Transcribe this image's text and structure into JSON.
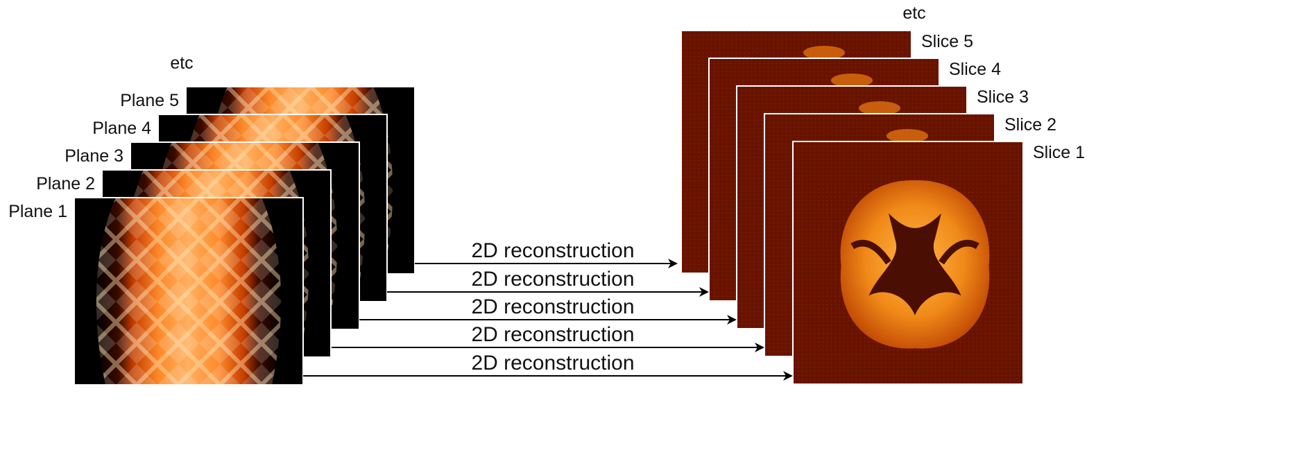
{
  "sinogram_labels": [
    "Plane 1",
    "Plane 2",
    "Plane 3",
    "Plane 4",
    "Plane 5"
  ],
  "sinogram_more": "etc",
  "slice_labels": [
    "Slice 1",
    "Slice 2",
    "Slice 3",
    "Slice 4",
    "Slice 5"
  ],
  "slice_more": "etc",
  "arrow_label": "2D reconstruction",
  "colors": {
    "sino_background": "#000000",
    "sino_core": "#ff9a3a",
    "sino_edge": "#c43d00",
    "slice_background": "#5a0f00",
    "brain": "#f08a18",
    "ventricle": "#4a0f02",
    "arrow": "#000000"
  },
  "icons": [
    "sinogram-image",
    "reconstructed-slice-image",
    "arrow-icon"
  ]
}
